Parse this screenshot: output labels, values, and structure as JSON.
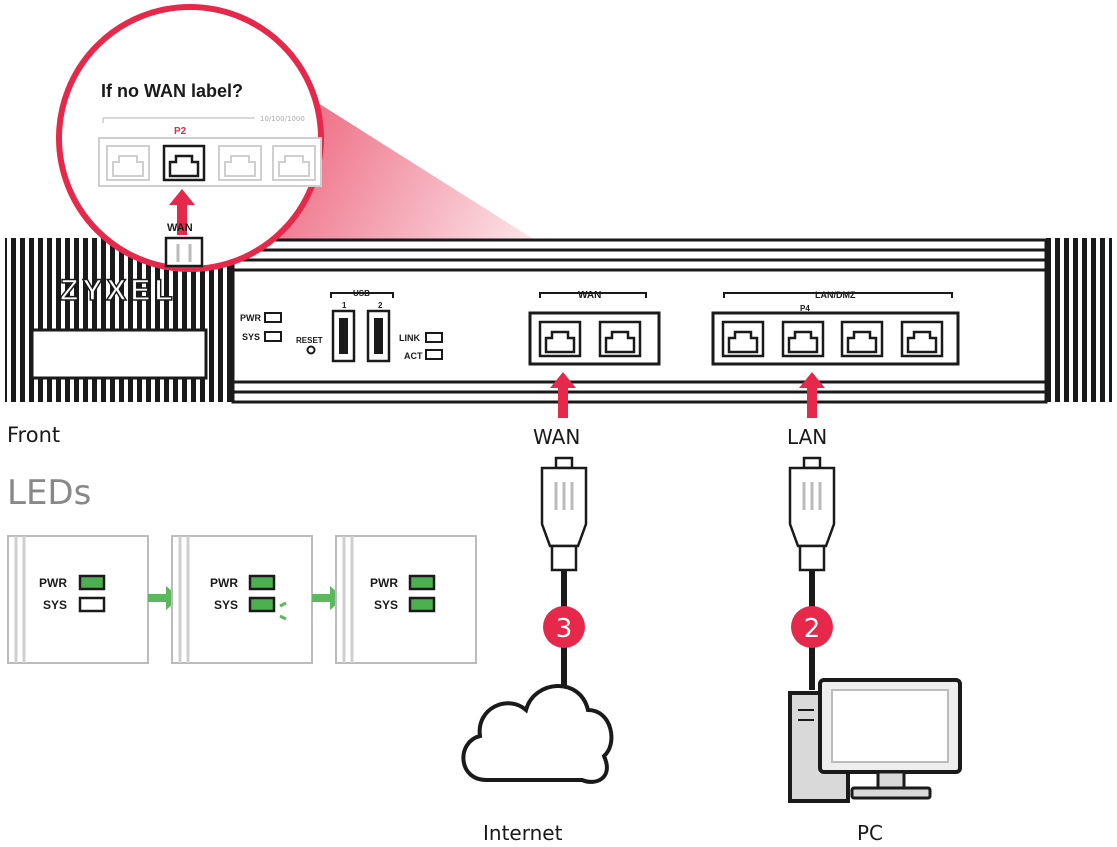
{
  "brand": "ZYXEL",
  "callout": {
    "title": "If no WAN label?",
    "speed": "10/100/1000",
    "port": "P2",
    "wan": "WAN"
  },
  "device": {
    "pwr": "PWR",
    "sys": "SYS",
    "reset": "RESET",
    "usb": "USB",
    "usb1": "1",
    "usb2": "2",
    "link": "LINK",
    "act": "ACT",
    "wan_group": "WAN",
    "lan_group": "LAN/DMZ",
    "p4": "P4"
  },
  "labels": {
    "front": "Front",
    "leds": "LEDs",
    "wan": "WAN",
    "lan": "LAN",
    "internet": "Internet",
    "pc": "PC"
  },
  "steps": {
    "wan_step": "3",
    "lan_step": "2"
  },
  "leds_panels": [
    {
      "pwr": "PWR",
      "sys": "SYS"
    },
    {
      "pwr": "PWR",
      "sys": "SYS"
    },
    {
      "pwr": "PWR",
      "sys": "SYS"
    }
  ],
  "colors": {
    "accent_red": "#e6294b",
    "led_green": "#4caf50",
    "arrow_green": "#5cb85c",
    "dark": "#1a1a1a",
    "gray": "#bbbbbb"
  }
}
